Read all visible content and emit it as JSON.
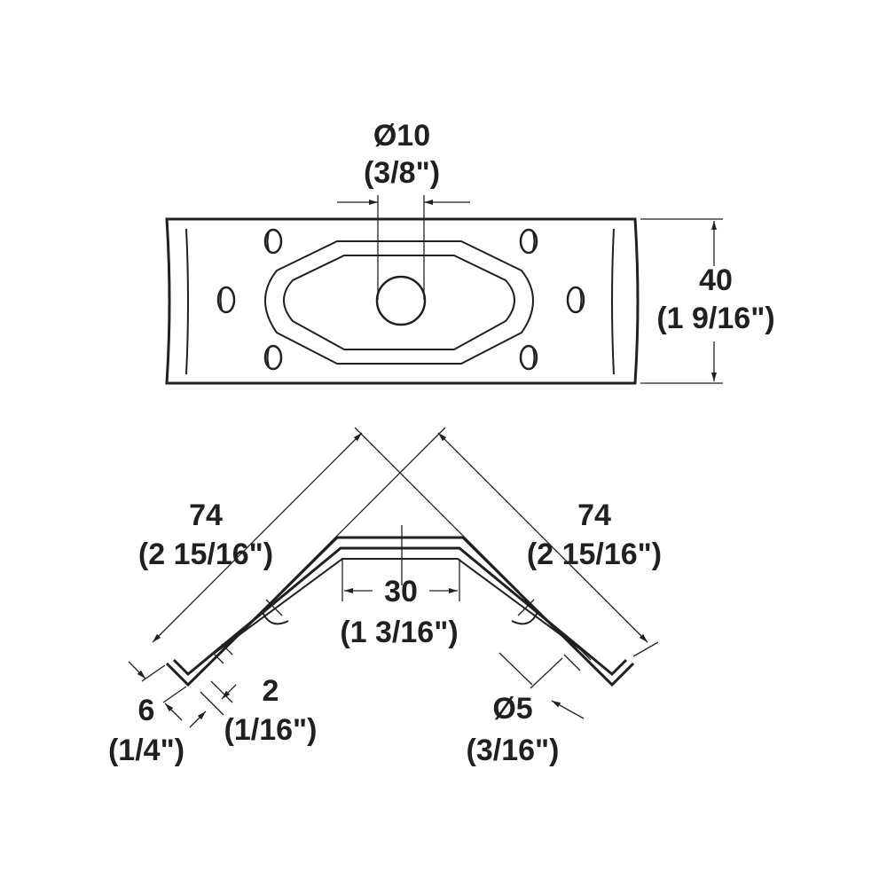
{
  "colors": {
    "line": "#231f20",
    "background": "#ffffff"
  },
  "top_view": {
    "hole_diameter": {
      "metric": "Ø10",
      "imperial": "(3/8\")"
    },
    "width": {
      "metric": "40",
      "imperial": "(1 9/16\")"
    }
  },
  "side_view": {
    "left_leg": {
      "metric": "74",
      "imperial": "(2 15/16\")"
    },
    "right_leg": {
      "metric": "74",
      "imperial": "(2 15/16\")"
    },
    "flat_top": {
      "metric": "30",
      "imperial": "(1 3/16\")"
    },
    "lip": {
      "metric": "6",
      "imperial": "(1/4\")"
    },
    "thickness": {
      "metric": "2",
      "imperial": "(1/16\")"
    },
    "screw_hole": {
      "metric": "Ø5",
      "imperial": "(3/16\")"
    }
  }
}
